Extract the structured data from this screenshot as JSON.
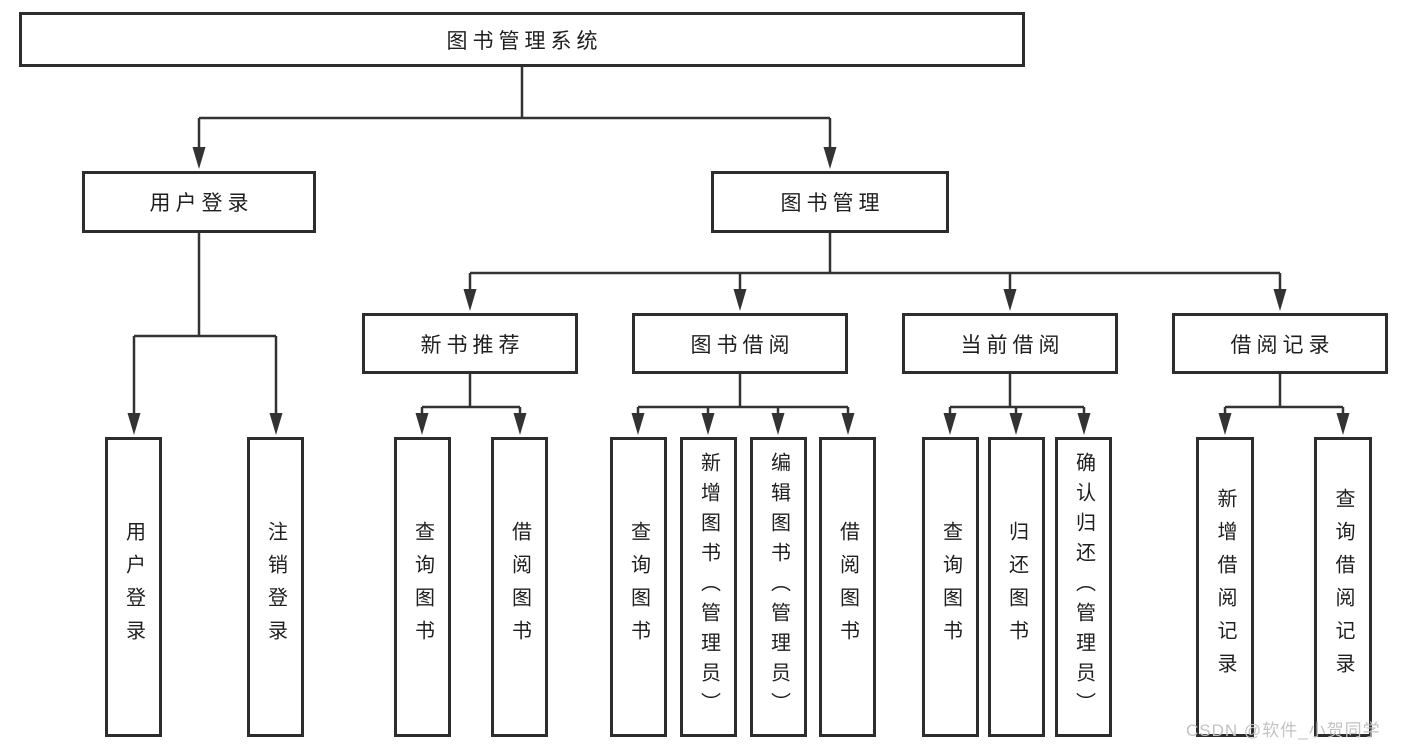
{
  "diagram": {
    "tree": {
      "label": "图书管理系统",
      "children": [
        {
          "label": "用户登录",
          "children": [
            {
              "label": "用户登录"
            },
            {
              "label": "注销登录"
            }
          ]
        },
        {
          "label": "图书管理",
          "children": [
            {
              "label": "新书推荐",
              "children": [
                {
                  "label": "查询图书"
                },
                {
                  "label": "借阅图书"
                }
              ]
            },
            {
              "label": "图书借阅",
              "children": [
                {
                  "label": "查询图书"
                },
                {
                  "label": "新增图书（管理员）"
                },
                {
                  "label": "编辑图书（管理员）"
                },
                {
                  "label": "借阅图书"
                }
              ]
            },
            {
              "label": "当前借阅",
              "children": [
                {
                  "label": "查询图书"
                },
                {
                  "label": "归还图书"
                },
                {
                  "label": "确认归还（管理员）"
                }
              ]
            },
            {
              "label": "借阅记录",
              "children": [
                {
                  "label": "新增借阅记录"
                },
                {
                  "label": "查询借阅记录"
                }
              ]
            }
          ]
        }
      ]
    },
    "colors": {
      "line": "#333333",
      "box_border": "#2d2d2d",
      "text": "#1f1f1f",
      "background": "#ffffff",
      "watermark": "#c3c3c3"
    }
  },
  "watermark": {
    "text": "CSDN @软件_小贺同学"
  }
}
